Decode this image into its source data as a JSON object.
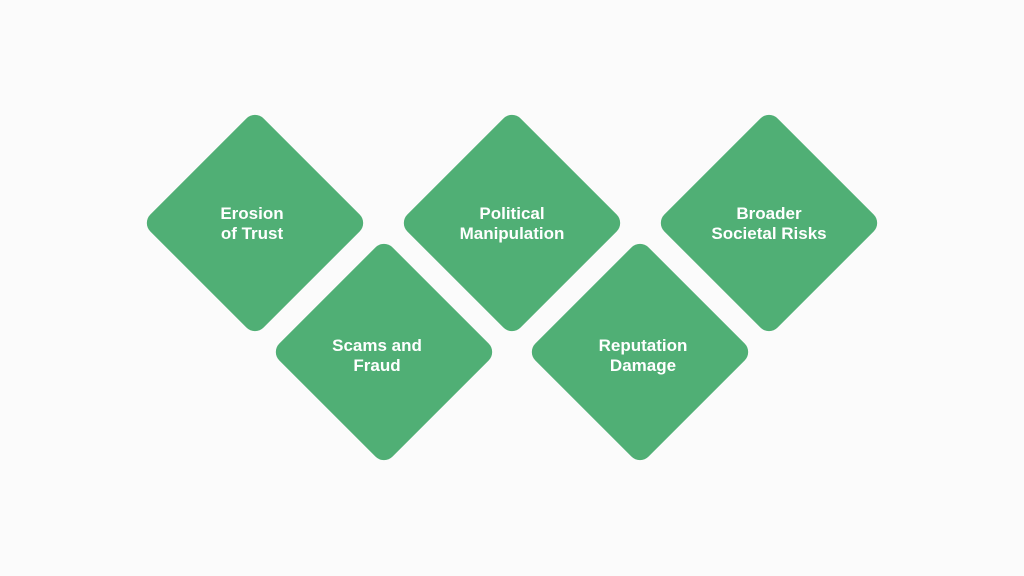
{
  "colors": {
    "background": "#fbfbfb",
    "diamond_fill": "#50af75",
    "label_text": "#ffffff"
  },
  "items": [
    {
      "label": "Erosion\nof Trust"
    },
    {
      "label": "Political\nManipulation"
    },
    {
      "label": "Broader\nSocietal Risks"
    },
    {
      "label": "Scams and\nFraud"
    },
    {
      "label": "Reputation\nDamage"
    }
  ]
}
